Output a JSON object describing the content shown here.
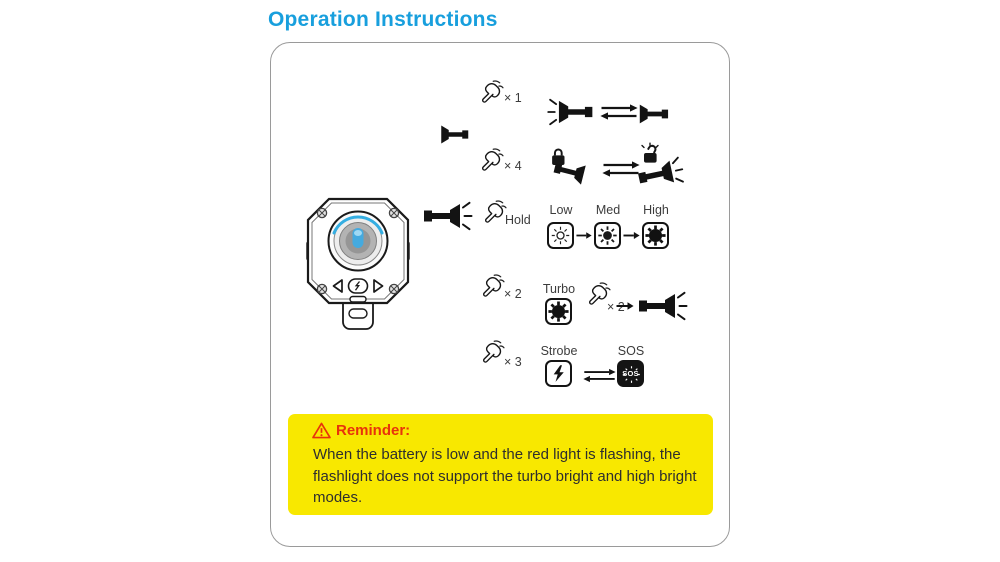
{
  "title": "Operation Instructions",
  "colors": {
    "accent": "#189fdd",
    "connector": "#45b6d8",
    "reminder_bg": "#f8e800",
    "reminder_red": "#e8330b"
  },
  "tree": {
    "click1_label": "× 1",
    "click4_label": "× 4",
    "hold_label": "Hold",
    "click2_label": "× 2",
    "click2_again_label": "× 2",
    "click3_label": "× 3"
  },
  "levels": {
    "low": "Low",
    "med": "Med",
    "high": "High"
  },
  "modes": {
    "turbo": "Turbo",
    "strobe": "Strobe",
    "sos": "SOS"
  },
  "sos_box_text": "SOS",
  "icons": {
    "press": "press-finger-icon",
    "flashlight_on": "flashlight-on-icon",
    "flashlight_off": "flashlight-off-icon",
    "lock_closed": "lock-closed-icon",
    "lock_open": "lock-open-icon",
    "toggle": "double-arrow-icon",
    "warning": "warning-triangle-icon"
  },
  "reminder": {
    "heading": "Reminder:",
    "body": "When the battery is low and the red light is flashing, the flashlight does not support the turbo bright and high bright modes."
  }
}
